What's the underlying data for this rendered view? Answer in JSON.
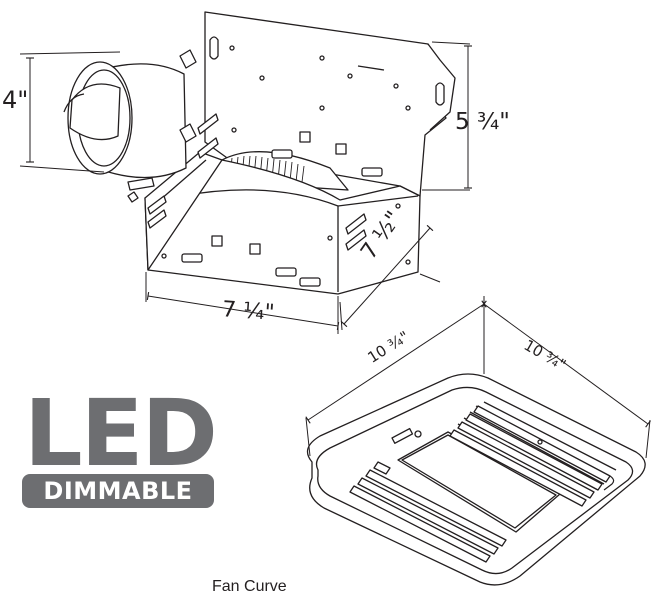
{
  "labels": {
    "height_4": "4\"",
    "height_534": "5 ¾\"",
    "width_714": "7 ¼\"",
    "depth_712": "7 ½\"",
    "grille_width": "10 ¾\"",
    "grille_depth": "10 ¾\""
  },
  "badge": {
    "led": "LED",
    "dimmable": "DIMMABLE",
    "color": "#6d6e71"
  },
  "fan_curve": {
    "title": "Fan Curve"
  }
}
